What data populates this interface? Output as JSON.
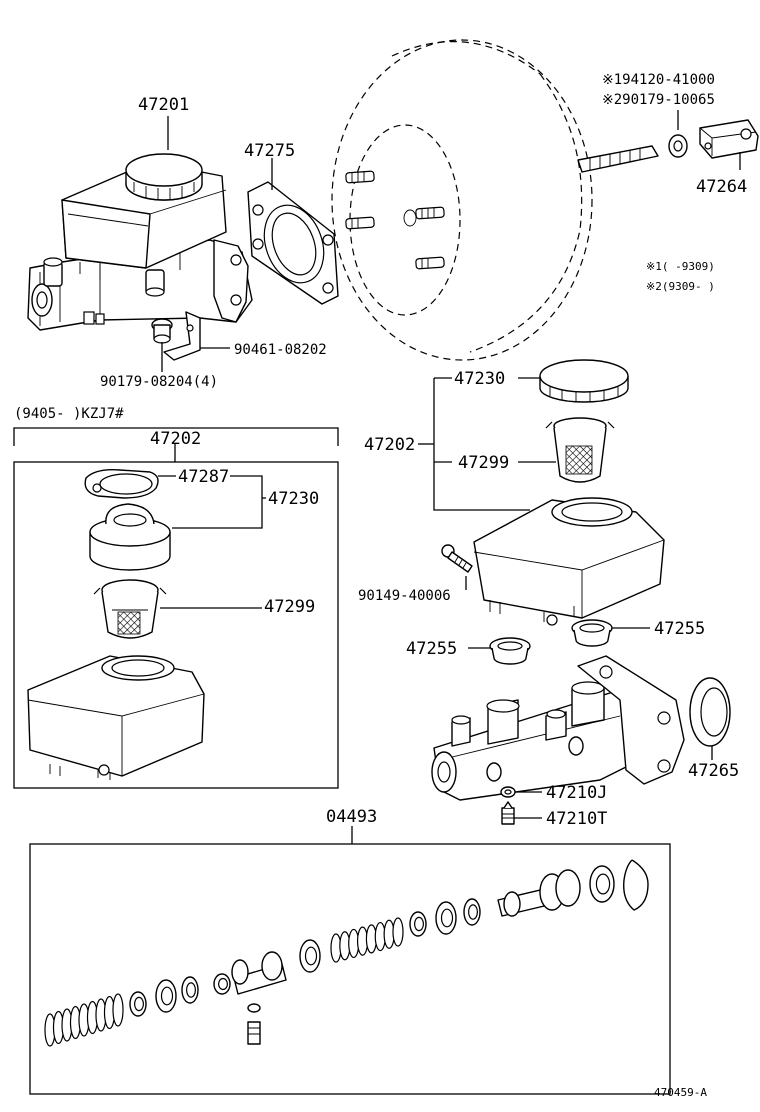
{
  "labels": {
    "p47201": "47201",
    "p47275": "47275",
    "p194120": "※194120-41000",
    "p290179": "※290179-10065",
    "p47264": "47264",
    "note1": "※1(    -9309)",
    "note2": "※2(9309-    )",
    "p90461": "90461-08202",
    "p90179": "90179-08204(4)",
    "range": "(9405-      )KZJ7#",
    "p47202_box": "47202",
    "p47287": "47287",
    "p47230_box": "47230",
    "p47299_box": "47299",
    "p47230": "47230",
    "p47202": "47202",
    "p47299": "47299",
    "p90149": "90149-40006",
    "p47255_left": "47255",
    "p47255_right": "47255",
    "p47265": "47265",
    "p47210J": "47210J",
    "p47210T": "47210T",
    "p04493": "04493",
    "figure_id": "470459-A"
  },
  "icons": [
    "master-cylinder",
    "brake-booster",
    "reservoir",
    "reservoir-cap",
    "strainer",
    "gasket",
    "grommet",
    "piston",
    "spring",
    "seal",
    "snap-ring",
    "clevis",
    "bleeder-plug"
  ]
}
